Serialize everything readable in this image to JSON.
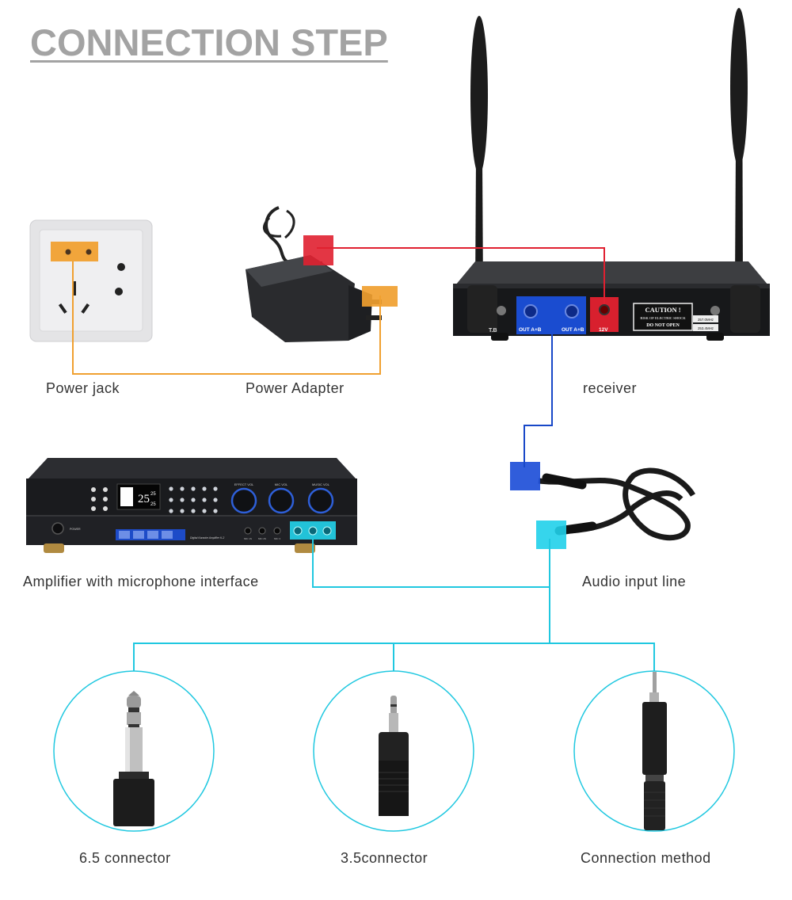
{
  "title": "CONNECTION STEP",
  "labels": {
    "power_jack": "Power jack",
    "power_adapter": "Power Adapter",
    "receiver": "receiver",
    "amplifier": "Amplifier with microphone interface",
    "audio_input_line": "Audio input line",
    "connector_65": "6.5 connector",
    "connector_35": "3.5connector",
    "connection_method": "Connection method"
  },
  "receiver_panel": {
    "port_a": "OUT A+B",
    "port_b": "OUT A+B",
    "power_port": "12V",
    "left_port": "T.B",
    "caution_title": "CAUTION !",
    "caution_line1": "RISK OF ELECTRIC SHOCK",
    "caution_line2": "DO NOT OPEN",
    "freq1": "257.0MHz",
    "freq2": "253.4MHz"
  },
  "amplifier_panel": {
    "display_value": "25",
    "display_small1": "25",
    "display_small2": "25",
    "knob1": "EFFECT VOL",
    "knob2": "MIC VOL",
    "knob3": "MUSIC VOL",
    "power_label": "POWER",
    "jack1": "MIC 1S",
    "jack2": "MIC 2S",
    "jack3": "MIC 3",
    "brand_text": "Digital Karaoke Amplifier K-2"
  },
  "colors": {
    "orange": "#f0a030",
    "red": "#e02030",
    "blue": "#1848c8",
    "cyan": "#20c8e0",
    "title_gray": "#a3a3a3"
  }
}
